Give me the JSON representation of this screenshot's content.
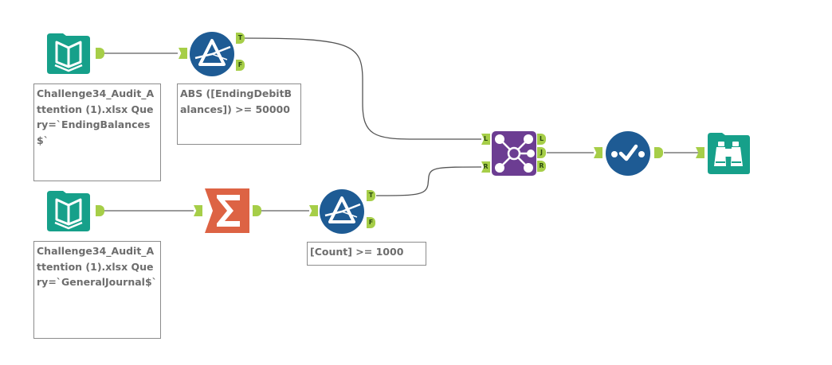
{
  "canvas": {
    "name": "Alteryx workflow canvas"
  },
  "colors": {
    "input_teal": "#16a08a",
    "filter_blue": "#1e5b94",
    "summarize_orange": "#dd6344",
    "join_purple": "#6c3d92",
    "browse_teal": "#16a08a",
    "anchor_green": "#a6ce48",
    "connector_gray": "#7a7a7a"
  },
  "tools": {
    "input1": {
      "icon": "book-icon",
      "annotation": "Challenge34_Audit_Attention (1).xlsx Query=`EndingBalances$`"
    },
    "filter1": {
      "icon": "prism-filter-icon",
      "annotation": "ABS ([EndingDebitBalances]) >= 50000",
      "anchor_true": "T",
      "anchor_false": "F"
    },
    "input2": {
      "icon": "book-icon",
      "annotation": "Challenge34_Audit_Attention (1).xlsx Query=`GeneralJournal$`"
    },
    "summarize": {
      "icon": "sigma-icon"
    },
    "filter2": {
      "icon": "prism-filter-icon",
      "annotation": "[Count] >= 1000",
      "anchor_true": "T",
      "anchor_false": "F"
    },
    "join": {
      "icon": "join-icon",
      "anchor_in_left": "L",
      "anchor_in_right": "R",
      "anchor_out_left": "L",
      "anchor_out_join": "J",
      "anchor_out_right": "R"
    },
    "select": {
      "icon": "checkmark-dots-icon"
    },
    "browse": {
      "icon": "binoculars-icon"
    }
  }
}
